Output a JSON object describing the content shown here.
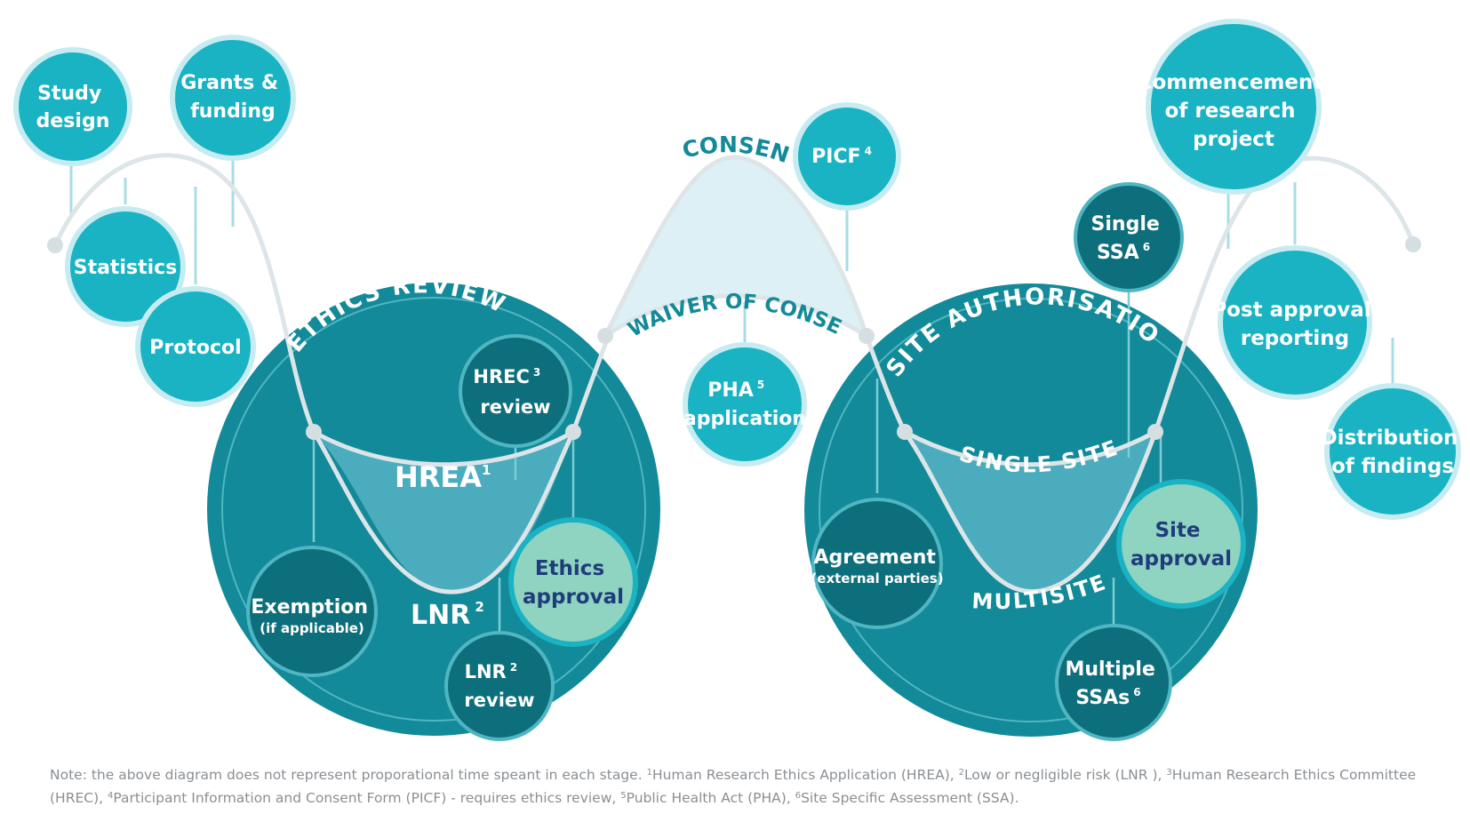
{
  "nodes": {
    "study_design": [
      "Study",
      "design"
    ],
    "grants_funding": [
      "Grants &",
      "funding"
    ],
    "statistics": [
      "Statistics"
    ],
    "protocol": [
      "Protocol"
    ],
    "hrec_review": [
      "HREC",
      "review"
    ],
    "ethics_approval": [
      "Ethics",
      "approval"
    ],
    "exemption": [
      "Exemption",
      "(if applicable)"
    ],
    "lnr_review": [
      "LNR",
      "review"
    ],
    "picf": [
      "PICF"
    ],
    "pha_application": [
      "PHA",
      "application"
    ],
    "single_ssa": [
      "Single",
      "SSA"
    ],
    "agreement": [
      "Agreement",
      "(external parties)"
    ],
    "site_approval": [
      "Site",
      "approval"
    ],
    "multiple_ssas": [
      "Multiple",
      "SSAs"
    ],
    "commencement": [
      "Commencement",
      "of research",
      "project"
    ],
    "post_approval": [
      "Post approval",
      "reporting"
    ],
    "distribution": [
      "Distribution",
      "of findings"
    ]
  },
  "sup": {
    "hrec": "3",
    "lnr": "2",
    "picf": "4",
    "pha": "5",
    "single_ssa": "6",
    "multiple_ssas": "6",
    "hrea": "1",
    "lnr_label": "2"
  },
  "arc_labels": {
    "ethics_review": "ETHICS REVIEW",
    "site_authorisation": "SITE AUTHORISATION",
    "consent": "CONSENT",
    "waiver_of_consent": "WAIVER OF CONSENT",
    "single_site": "SINGLE SITE",
    "multisite": "MULTISITE"
  },
  "labels": {
    "hrea": "HREA",
    "lnr": "LNR"
  },
  "footnote": {
    "line1_prefix": "Note: the above diagram does not represent proporational time speant in each stage.",
    "fn1": "Human Research Ethics Application (HREA),",
    "fn2": "Low or negligible risk (LNR ),",
    "fn3": "Human Research Ethics Committee (HREC),",
    "fn4": "Participant Information and Consent Form (PICF) - requires ethics review,",
    "fn5": "Public Health Act (PHA),",
    "fn6": "Site Specific Assessment (SSA)."
  },
  "colors": {
    "light_teal": "#19b3c3",
    "mid_teal": "#138a99",
    "dark_teal": "#0e6f7c",
    "mint": "#8fd3c1",
    "navy_text": "#1f3d7a",
    "curve": "#d9e3e6",
    "line": "#a8dde5"
  }
}
